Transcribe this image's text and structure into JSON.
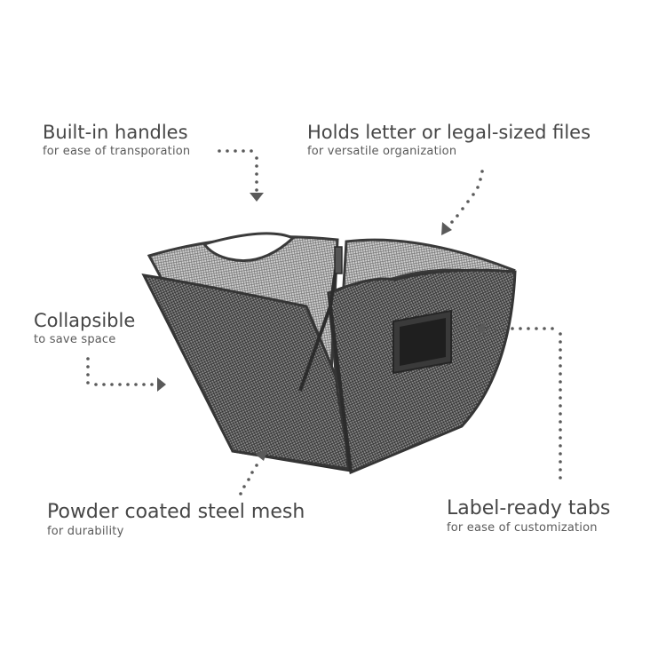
{
  "colors": {
    "background": "#ffffff",
    "text": "#464646",
    "dots": "#5a5a5a",
    "frame": "#3a3a3a",
    "mesh_light": "#bdbdbd",
    "mesh_dark": "#2e2e2e"
  },
  "callouts": {
    "handles": {
      "title": "Built-in handles",
      "subtitle": "for ease of transporation"
    },
    "files": {
      "title": "Holds letter or legal-sized files",
      "subtitle": "for versatile organization"
    },
    "collapsible": {
      "title": "Collapsible",
      "subtitle": "to save space"
    },
    "mesh": {
      "title": "Powder coated steel mesh",
      "subtitle": "for durability"
    },
    "tabs": {
      "title": "Label-ready tabs",
      "subtitle": "for ease of customization"
    }
  },
  "icons": [
    "dotted-arrow-icon"
  ]
}
